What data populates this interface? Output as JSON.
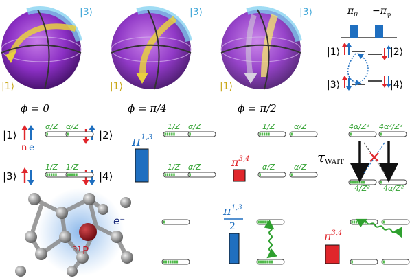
{
  "colors": {
    "yellow": "#e8c020",
    "blue": "#1f6fc0",
    "cyan": "#3fa6d8",
    "red": "#e0262b",
    "green": "#2fa02f",
    "purple": "#8a2bc6",
    "black": "#111111",
    "bar_green": "#4fb84a"
  },
  "spheres": {
    "phase_labels": [
      "ϕ = 0",
      "ϕ = π/4",
      "ϕ = π/2"
    ],
    "state1_label": "|1⟩",
    "state3_label": "|3⟩"
  },
  "level_scheme": {
    "pulse_labels": [
      "π",
      "0",
      "−π",
      "ϕ"
    ],
    "ket1": "|1⟩",
    "ket2": "|2⟩",
    "ket3": "|3⟩",
    "ket4": "|4⟩"
  },
  "states_panel": {
    "ket1": "|1⟩",
    "ket2": "|2⟩",
    "ket3": "|3⟩",
    "ket4": "|4⟩",
    "n_label": "n",
    "e_label": "e",
    "alphaZ": "α/Z",
    "oneZ": "1/Z"
  },
  "pulses": {
    "pi13": "π",
    "pi13_sup": "1,3",
    "pi34": "π",
    "pi34_sup": "3,4",
    "half_den": "2"
  },
  "wait": {
    "tau": "τ",
    "tau_sub": "WAIT",
    "top_left": "4α/Z²",
    "top_right": "4α²/Z²",
    "bottom_left": "4/Z²",
    "bottom_right": "4α/Z²"
  },
  "lattice": {
    "electron_label": "e⁻",
    "isotope_mass": "31",
    "isotope_symbol": "P"
  }
}
